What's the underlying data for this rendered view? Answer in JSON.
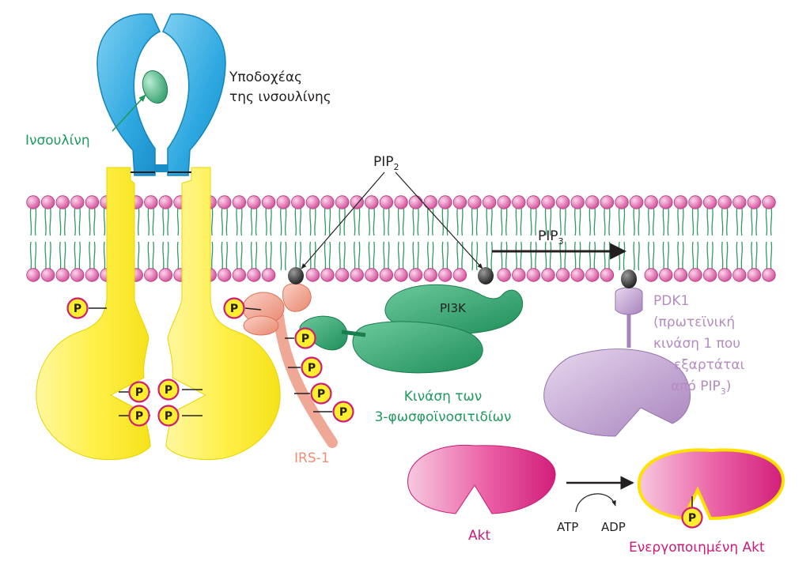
{
  "labels": {
    "receptor": [
      "Υποδοχέας",
      "της ινσουλίνης"
    ],
    "insulin": "Ινσουλίνη",
    "pip2": "PIP",
    "pip2_sub": "2",
    "pip3": "PIP",
    "pip3_sub": "3",
    "pi3k": "PI3K",
    "pi3k_name": [
      "Κινάση των",
      "3-φωσφοϊνοσιτιδίων"
    ],
    "pdk1": [
      "PDK1",
      "(πρωτεϊνική",
      "κινάση 1 που",
      "εξαρτάται"
    ],
    "pdk1_last": "από PIP",
    "pdk1_last_sub": "3",
    "pdk1_last_end": ")",
    "irs1": "IRS-1",
    "akt": "Akt",
    "atp": "ATP",
    "adp": "ADP",
    "active_akt": "Ενεργοποιημένη Akt",
    "phosphate": "P"
  },
  "colors": {
    "receptor_blue": "#29a8df",
    "receptor_yellow": "#fff12e",
    "insulin_green": "#3aa97a",
    "head_pink": "#d8559a",
    "irs1_salmon": "#f0a896",
    "pi3k_green": "#2e9e68",
    "pdk1_purple": "#c2a6d4",
    "akt_magenta": "#e0338a",
    "active_outline": "#ffe000"
  }
}
